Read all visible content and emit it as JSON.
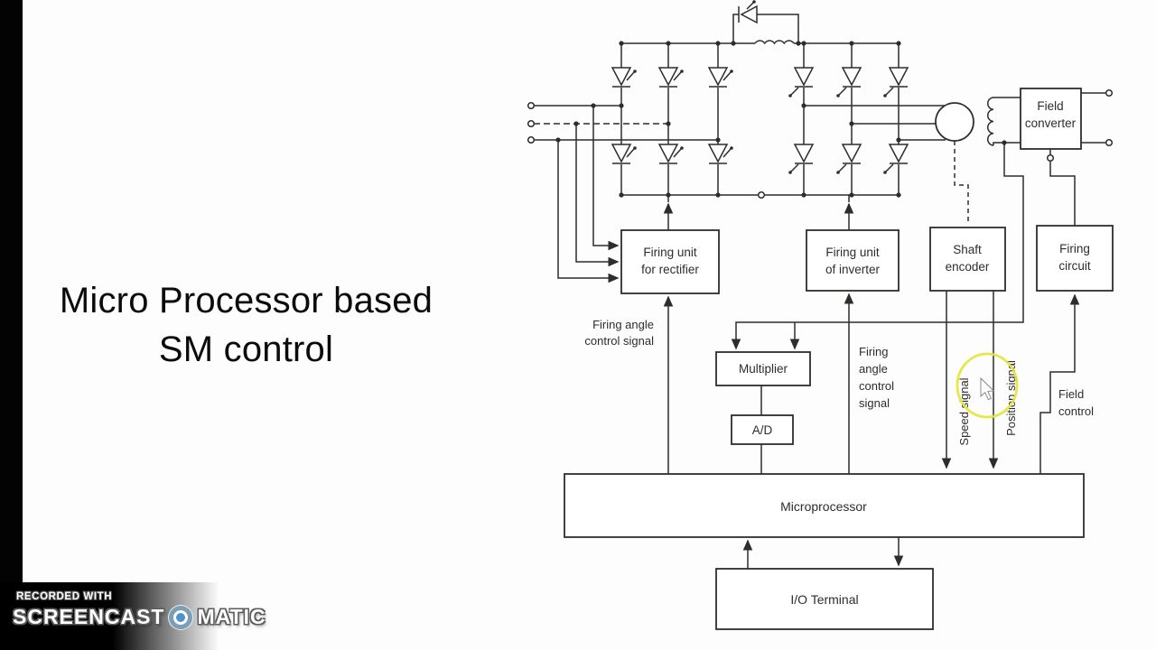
{
  "title": {
    "line1": "Micro Processor based",
    "line2": "SM control"
  },
  "diagram": {
    "ink_color": "#2e2d2b",
    "highlight_color": "#e4e438",
    "boxes": {
      "field_converter": {
        "line1": "Field",
        "line2": "converter"
      },
      "firing_unit_rectifier": {
        "line1": "Firing unit",
        "line2": "for rectifier"
      },
      "firing_unit_inverter": {
        "line1": "Firing unit",
        "line2": "of inverter"
      },
      "shaft_encoder": {
        "line1": "Shaft",
        "line2": "encoder"
      },
      "firing_circuit": {
        "line1": "Firing",
        "line2": "circuit"
      },
      "multiplier": "Multiplier",
      "ad_converter": "A/D",
      "microprocessor": "Microprocessor",
      "io_terminal": "I/O Terminal"
    },
    "labels": {
      "firing_angle_rectifier": {
        "line1": "Firing angle",
        "line2": "control signal"
      },
      "firing_angle_inverter": {
        "line1": "Firing",
        "line2": "angle",
        "line3": "control",
        "line4": "signal"
      },
      "speed_signal": "Speed signal",
      "position_signal": "Position signal",
      "field_control": {
        "line1": "Field",
        "line2": "control"
      }
    }
  },
  "watermark": {
    "recorded_with": "RECORDED WITH",
    "brand_left": "SCREENCAST",
    "brand_right": "MATIC",
    "icon": "screencast-o-matic-target-icon",
    "icon_ring_color": "#7d9fb5",
    "icon_dot_color": "#4d93cc"
  }
}
